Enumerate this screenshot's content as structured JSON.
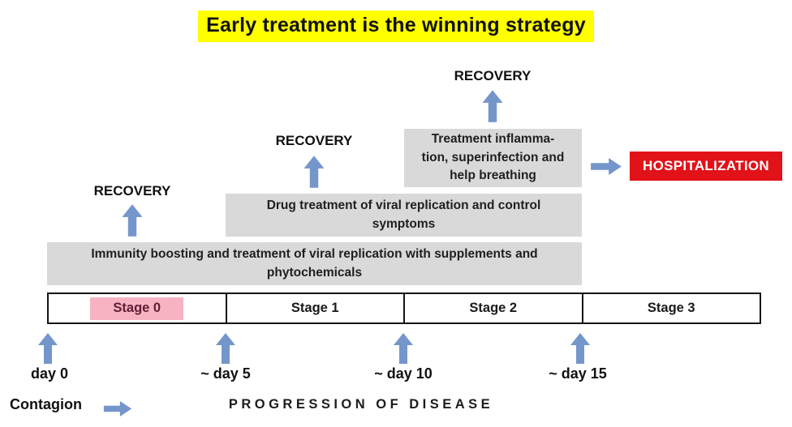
{
  "title": {
    "text": "Early treatment is the winning strategy"
  },
  "recovery": {
    "label": "RECOVERY"
  },
  "boxes": [
    {
      "lines": [
        "Immunity boosting and treatment of viral replication with supplements and",
        "phytochemicals"
      ]
    },
    {
      "lines": [
        "Drug treatment of viral replication and control",
        "symptoms"
      ]
    },
    {
      "lines": [
        "Treatment inflamma-",
        "tion, superinfection and",
        "help breathing"
      ]
    }
  ],
  "hospitalization": {
    "label": "HOSPITALIZATION"
  },
  "stages": [
    {
      "label": "Stage 0",
      "highlighted": true
    },
    {
      "label": "Stage 1",
      "highlighted": false
    },
    {
      "label": "Stage 2",
      "highlighted": false
    },
    {
      "label": "Stage 3",
      "highlighted": false
    }
  ],
  "timeline": {
    "days": [
      "day 0",
      "~ day 5",
      "~ day 10",
      "~ day 15"
    ]
  },
  "footer": {
    "contagion_label": "Contagion",
    "progression_label": "PROGRESSION OF DISEASE"
  },
  "colors": {
    "arrow": "#7496cb",
    "box_gray": "#d9d9d9",
    "stage0_bg": "#f8b3c3",
    "stage0_text": "#5e2034",
    "title_highlight": "#ffff00",
    "hospitalization_bg": "#e21219",
    "hospitalization_text": "#ffffff"
  }
}
